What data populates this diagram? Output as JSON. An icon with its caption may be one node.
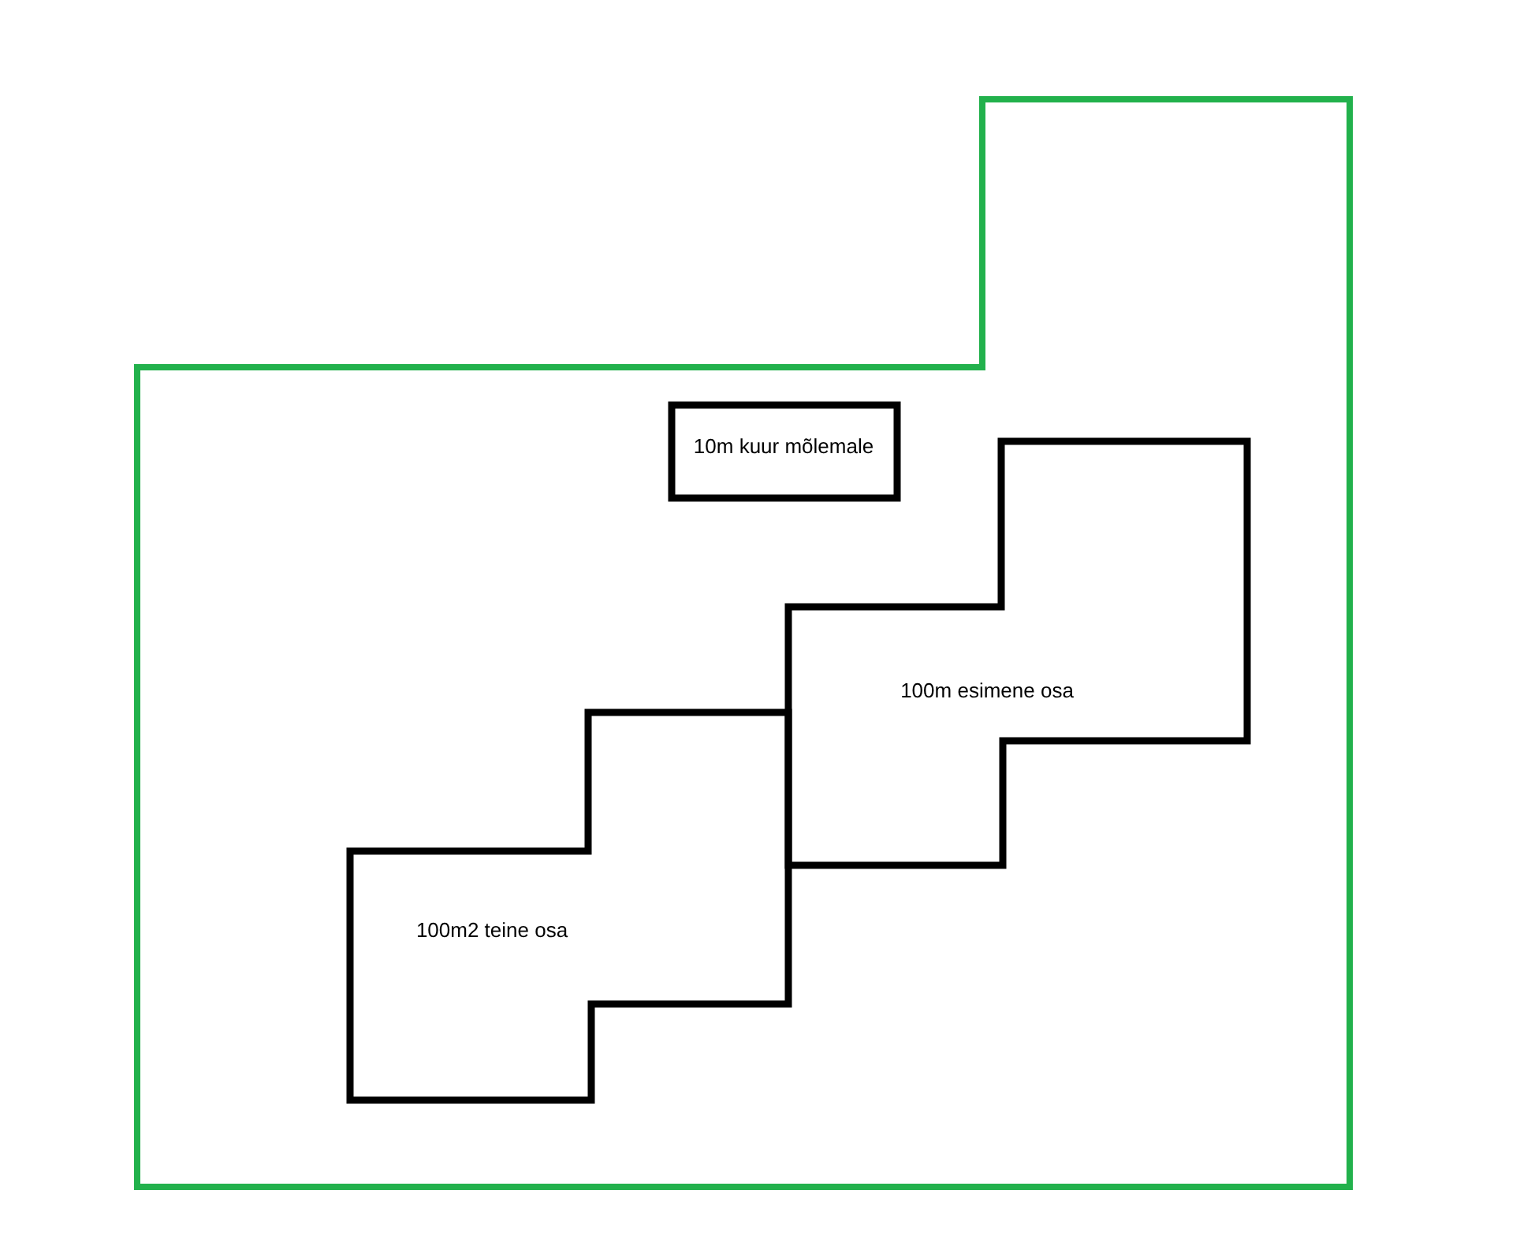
{
  "diagram": {
    "nodes": [
      {
        "text": [],
        "shape": "box"
      },
      {
        "text": [
          "10m kuur mõlemale"
        ],
        "in": 0
      },
      {
        "text": [
          "100m esimene osa"
        ],
        "in": 0
      },
      {
        "text": [
          "100m2 teine osa"
        ],
        "in": 0
      }
    ]
  }
}
